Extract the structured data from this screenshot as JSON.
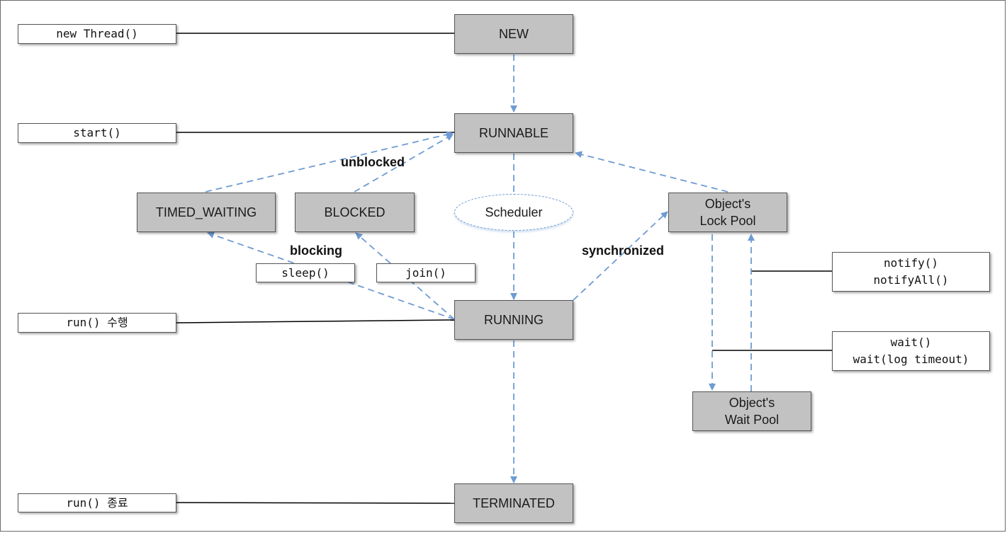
{
  "states": {
    "new": "NEW",
    "runnable": "RUNNABLE",
    "timed_waiting": "TIMED_WAITING",
    "blocked": "BLOCKED",
    "lock_pool": "Object's\nLock Pool",
    "running": "RUNNING",
    "wait_pool": "Object's\nWait Pool",
    "terminated": "TERMINATED"
  },
  "scheduler": "Scheduler",
  "methods": {
    "new_thread": "new Thread()",
    "start": "start()",
    "run_exec": "run() 수행",
    "run_end": "run() 종료",
    "sleep": "sleep()",
    "join": "join()",
    "notify": "notify()\nnotifyAll()",
    "wait": "wait()\nwait(log timeout)"
  },
  "edge_labels": {
    "unblocked": "unblocked",
    "blocking": "blocking",
    "synchronized": "synchronized"
  },
  "colors": {
    "state_fill": "#c2c2c2",
    "arrow": "#6e9bd2",
    "connector": "#000000"
  }
}
